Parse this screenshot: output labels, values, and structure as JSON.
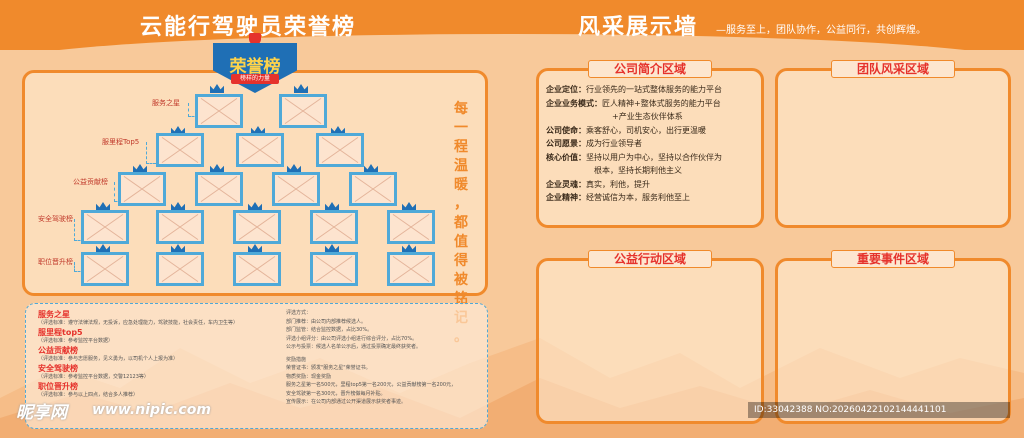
{
  "header": {
    "left_title": "云能行驾驶员荣誉榜",
    "right_title": "风采展示墙",
    "right_subtitle": "—服务至上，团队协作，公益同行，共创辉煌。"
  },
  "honor_board": {
    "badge_title": "荣誉榜",
    "badge_subtitle": "榜样的力量",
    "row_labels": [
      "服务之星",
      "服里程Top5",
      "公益贡献榜",
      "安全驾驶榜",
      "职位晋升榜"
    ],
    "motto": [
      "每",
      "一",
      "程",
      "温",
      "暖",
      "，",
      "都",
      "值",
      "得",
      "被",
      "铭",
      "记",
      "。"
    ]
  },
  "rules": {
    "left": [
      {
        "title": "服务之星",
        "desc": "（评选标准：遵守法律法规，无投诉，应急处理能力，驾驶技能，社会责任，车内卫生等）"
      },
      {
        "title": "服里程top5",
        "desc": "（评选标准：参考监控平台数据）"
      },
      {
        "title": "公益贡献榜",
        "desc": "（评选标准：参与志愿服务，见义勇为，以司机个人上报为准）"
      },
      {
        "title": "安全驾驶榜",
        "desc": "（评选标准：参考监控平台数据，交警12123等）"
      },
      {
        "title": "职位晋升榜",
        "desc": "（评选标准：参与以上四点，结合多人推荐）"
      }
    ],
    "right": [
      "评选方式：",
      "部门推荐：由公司内部推荐候选人。",
      "部门监管：结合监控数据，占比30%。",
      "评选小组评分：由公司评选小组进行综合评分，占比70%。",
      "公示与投票：候选人名单公示后，通过投票确定最终获奖者。",
      "",
      "奖励措施",
      "荣誉证书：颁发\"服务之星\"荣誉证书。",
      "物质奖励：现金奖励",
      "服务之星第一名500元，里程top5第一名200元，公益贡献榜第一名200元，",
      "安全驾驶第一名300元，晋升榜做每月补贴。",
      "宣传展示：在公司内部通过公开渠道展示获奖者事迹。"
    ]
  },
  "zones": {
    "intro_title": "公司简介区域",
    "team_title": "团队风采区域",
    "charity_title": "公益行动区域",
    "events_title": "重要事件区域"
  },
  "intro": [
    {
      "k": "企业定位：",
      "v": "行业领先的一站式整体服务的能力平台"
    },
    {
      "k": "企业业务模式：",
      "v": "匠人精神+整体式服务的能力平台"
    },
    {
      "k": "",
      "v": "+产业生态伙伴体系",
      "indent": true
    },
    {
      "k": "公司使命：",
      "v": "乘客舒心，司机安心，出行更温暖"
    },
    {
      "k": "公司愿景：",
      "v": "成为行业领导者"
    },
    {
      "k": "核心价值：",
      "v": "坚持以用户为中心，坚持以合作伙伴为"
    },
    {
      "k": "",
      "v": "根本，坚持长期利他主义",
      "indent": true
    },
    {
      "k": "企业灵魂：",
      "v": "真实，利他，提升"
    },
    {
      "k": "企业精神：",
      "v": "经营诚信为本，服务利他至上"
    }
  ],
  "watermark": {
    "logo": "昵享网",
    "url": "www.nipic.com",
    "id_text": "ID:33042388 NO:20260422102144441101"
  },
  "colors": {
    "orange": "#f08a2c",
    "background": "#f8c99a",
    "blue_frame": "#4fa9d8",
    "red_text": "#e5322c"
  }
}
